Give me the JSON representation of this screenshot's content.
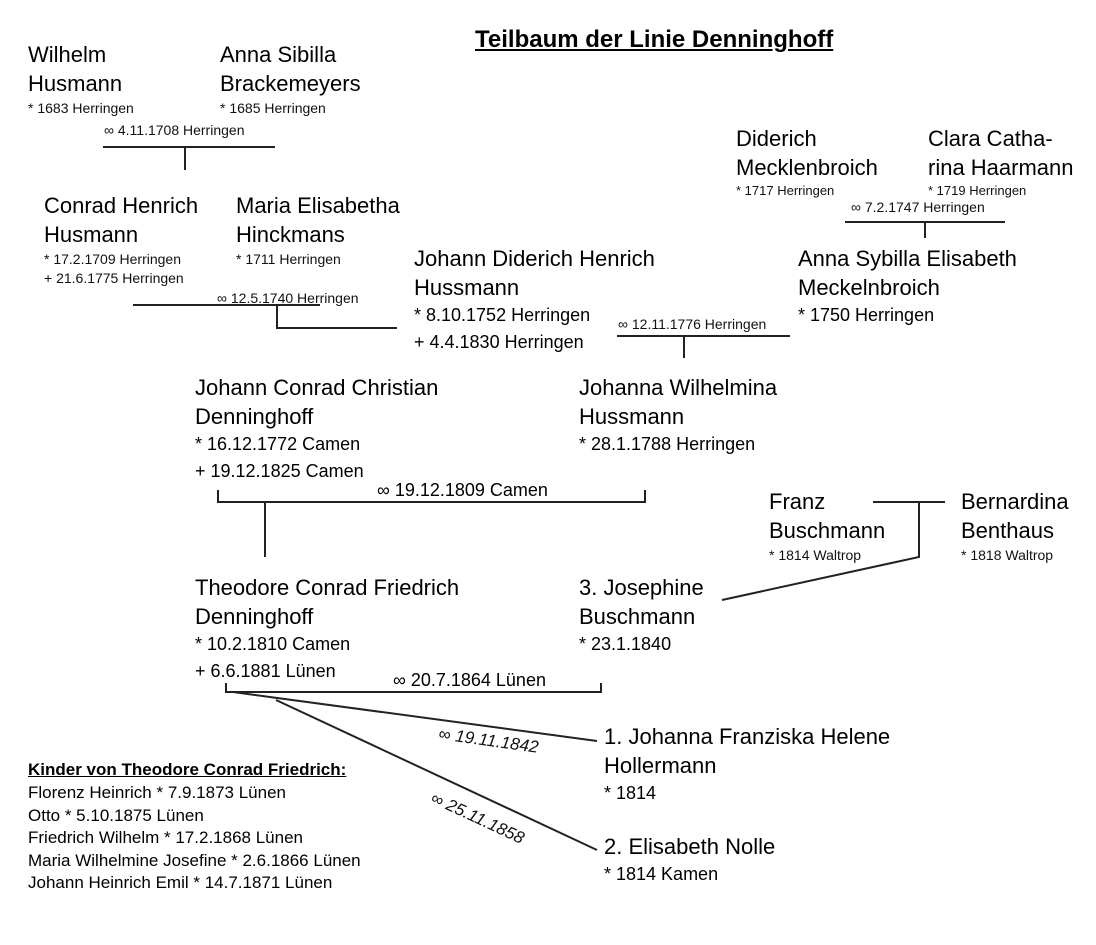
{
  "title": "Teilbaum der Linie Denninghoff",
  "persons": [
    {
      "id": "wilhelm",
      "name": [
        "Wilhelm",
        "Husmann"
      ],
      "details": [
        "* 1683 Herringen"
      ],
      "size": "small"
    },
    {
      "id": "anna-sibilla",
      "name": [
        "Anna Sibilla",
        "Brackemeyers"
      ],
      "details": [
        "* 1685 Herringen"
      ],
      "size": "small"
    },
    {
      "id": "conrad-henrich",
      "name": [
        "Conrad Henrich",
        "Husmann"
      ],
      "details": [
        "* 17.2.1709 Herringen",
        "+ 21.6.1775 Herringen"
      ],
      "size": "small"
    },
    {
      "id": "maria-elisabetha",
      "name": [
        "Maria Elisabetha",
        "Hinckmans"
      ],
      "details": [
        "* 1711 Herringen"
      ],
      "size": "small"
    },
    {
      "id": "diderich",
      "name": [
        "Diderich",
        "Mecklenbroich"
      ],
      "details": [
        "* 1717 Herringen"
      ],
      "size": "tiny"
    },
    {
      "id": "clara",
      "name": [
        "Clara Catha-",
        "rina Haarmann"
      ],
      "details": [
        "* 1719 Herringen"
      ],
      "size": "tiny"
    },
    {
      "id": "johann-diderich",
      "name": [
        "Johann Diderich Henrich",
        "Hussmann"
      ],
      "details": [
        "* 8.10.1752 Herringen",
        "+ 4.4.1830 Herringen"
      ],
      "size": "med"
    },
    {
      "id": "anna-sybilla",
      "name": [
        "Anna Sybilla Elisabeth",
        "Meckelnbroich"
      ],
      "details": [
        "* 1750 Herringen"
      ],
      "size": "med"
    },
    {
      "id": "johann-conrad",
      "name": [
        "Johann Conrad Christian",
        "Denninghoff"
      ],
      "details": [
        "* 16.12.1772 Camen",
        "+ 19.12.1825 Camen"
      ],
      "size": "med"
    },
    {
      "id": "johanna-wilhelmina",
      "name": [
        "Johanna Wilhelmina",
        "Hussmann"
      ],
      "details": [
        "* 28.1.1788 Herringen"
      ],
      "size": "med"
    },
    {
      "id": "franz",
      "name": [
        "Franz",
        "Buschmann"
      ],
      "details": [
        "* 1814 Waltrop"
      ],
      "size": "small"
    },
    {
      "id": "bernardina",
      "name": [
        "Bernardina",
        "Benthaus"
      ],
      "details": [
        "* 1818 Waltrop"
      ],
      "size": "small"
    },
    {
      "id": "theodore",
      "name": [
        "Theodore Conrad Friedrich",
        "Denninghoff"
      ],
      "details": [
        "* 10.2.1810 Camen",
        "+ 6.6.1881 Lünen"
      ],
      "size": "med"
    },
    {
      "id": "josephine",
      "name": [
        "3. Josephine",
        "Buschmann"
      ],
      "details": [
        "* 23.1.1840"
      ],
      "size": "med"
    },
    {
      "id": "johanna-franziska",
      "name": [
        "1. Johanna Franziska Helene",
        "Hollermann"
      ],
      "details": [
        "* 1814"
      ],
      "size": "med"
    },
    {
      "id": "elisabeth",
      "name": [
        "2. Elisabeth Nolle"
      ],
      "details": [
        "* 1814 Kamen"
      ],
      "size": "med"
    }
  ],
  "marriages": [
    {
      "id": "m1",
      "text": "∞ 4.11.1708 Herringen"
    },
    {
      "id": "m2",
      "text": "∞ 12.5.1740 Herringen"
    },
    {
      "id": "m3",
      "text": "∞ 7.2.1747 Herringen"
    },
    {
      "id": "m4",
      "text": "∞ 12.11.1776 Herringen"
    },
    {
      "id": "m5",
      "text": "∞ 19.12.1809 Camen"
    },
    {
      "id": "m6",
      "text": "∞ 20.7.1864 Lünen"
    },
    {
      "id": "m7",
      "text": "∞ 19.11.1842"
    },
    {
      "id": "m8",
      "text": "∞ 25.11.1858"
    }
  ],
  "kinder": {
    "header": "Kinder von Theodore Conrad Friedrich:",
    "items": [
      "Florenz Heinrich * 7.9.1873 Lünen",
      "Otto * 5.10.1875 Lünen",
      "Friedrich Wilhelm * 17.2.1868 Lünen",
      "Maria Wilhelmine Josefine * 2.6.1866 Lünen",
      "Johann Heinrich Emil * 14.7.1871 Lünen"
    ]
  }
}
